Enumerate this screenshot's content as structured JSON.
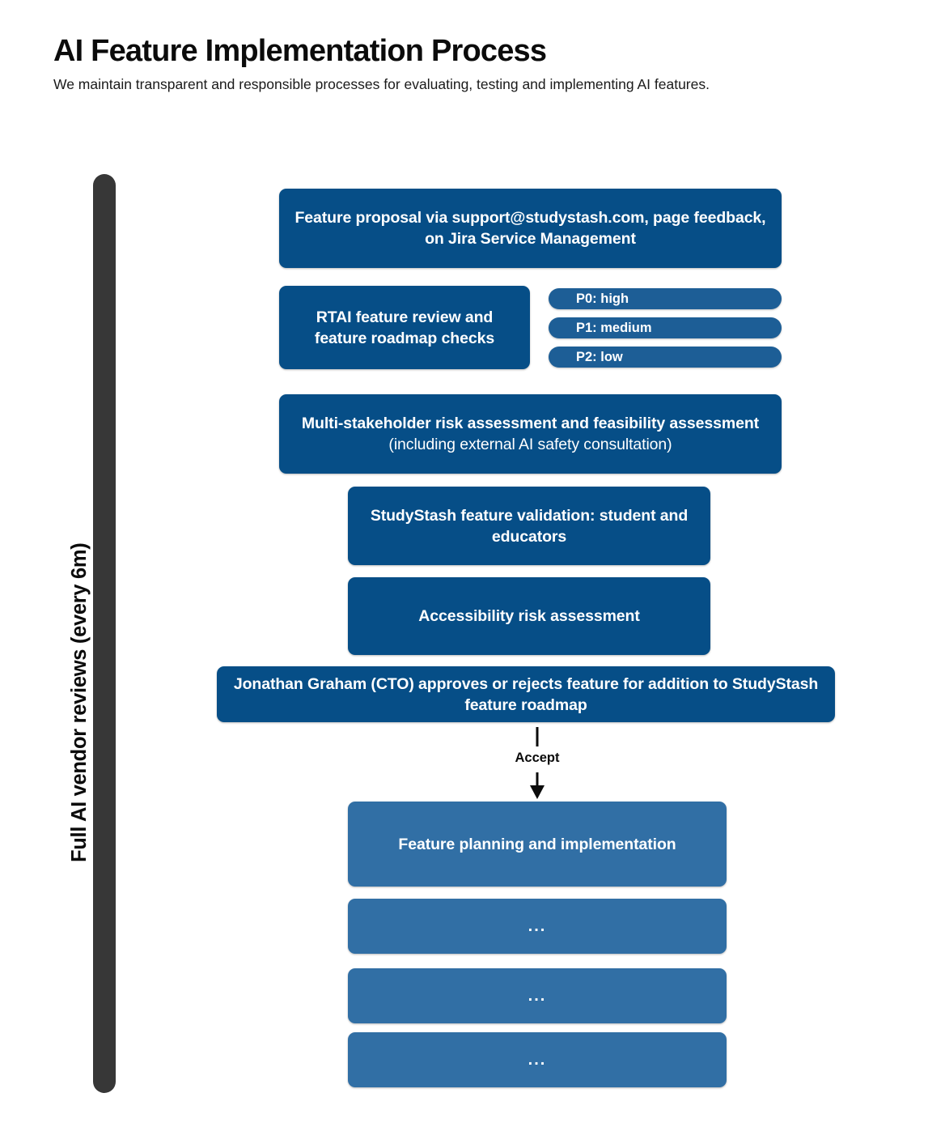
{
  "header": {
    "title": "AI Feature Implementation Process",
    "subtitle": "We maintain transparent and responsible processes for evaluating, testing and implementing AI features."
  },
  "review_track": {
    "label": "Full AI vendor reviews (every 6m)",
    "bar_color": "#373737"
  },
  "colors": {
    "node_dark": "#064E87",
    "node_light": "#316FA5",
    "pill": "#1D5E96",
    "node_text": "#ffffff",
    "page_background": "#ffffff"
  },
  "flow": {
    "steps": [
      {
        "id": "feature-proposal",
        "text": "Feature proposal via support@studystash.com, page feedback, on Jira Service Management",
        "style": "dark"
      },
      {
        "id": "rtai-review",
        "text": "RTAI feature review and feature roadmap checks",
        "style": "dark"
      },
      {
        "id": "risk-feasibility-assessment",
        "text_bold": "Multi-stakeholder risk assessment and feasibility assessment",
        "text_regular": " (including external AI safety consultation)",
        "style": "dark"
      },
      {
        "id": "feature-validation",
        "text": "StudyStash feature validation: student and educators",
        "style": "dark"
      },
      {
        "id": "accessibility-risk-assessment",
        "text": "Accessibility risk assessment",
        "style": "dark"
      },
      {
        "id": "cto-approval",
        "text": "Jonathan Graham (CTO) approves or rejects feature for addition to StudyStash feature roadmap",
        "style": "dark"
      },
      {
        "id": "feature-planning",
        "text": "Feature planning and implementation",
        "style": "light"
      },
      {
        "id": "placeholder-1",
        "text": "...",
        "style": "light"
      },
      {
        "id": "placeholder-2",
        "text": "...",
        "style": "light"
      },
      {
        "id": "placeholder-3",
        "text": "...",
        "style": "light"
      }
    ],
    "connector": {
      "label": "Accept",
      "icon": "arrow-down-icon"
    }
  },
  "priorities": [
    {
      "id": "p0",
      "label": "P0: high"
    },
    {
      "id": "p1",
      "label": "P1: medium"
    },
    {
      "id": "p2",
      "label": "P2: low"
    }
  ]
}
